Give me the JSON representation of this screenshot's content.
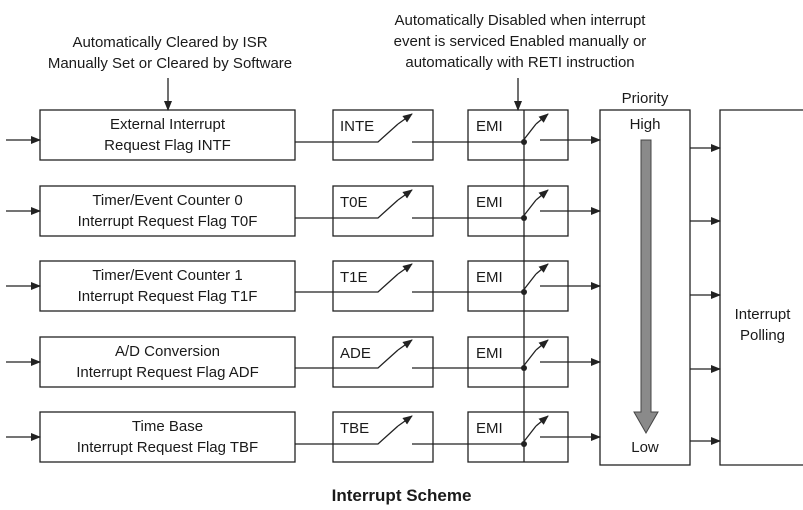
{
  "annotations": {
    "isr_note": [
      "Automatically Cleared by ISR",
      "Manually Set or Cleared by Software"
    ],
    "emi_note": [
      "Automatically Disabled when interrupt",
      "event is serviced Enabled manually or",
      "automatically with RETI instruction"
    ]
  },
  "sources": [
    {
      "line1": "External Interrupt",
      "line2": "Request Flag INTF",
      "enable": "INTE",
      "master": "EMI"
    },
    {
      "line1": "Timer/Event Counter 0",
      "line2": "Interrupt Request Flag T0F",
      "enable": "T0E",
      "master": "EMI"
    },
    {
      "line1": "Timer/Event Counter 1",
      "line2": "Interrupt Request Flag T1F",
      "enable": "T1E",
      "master": "EMI"
    },
    {
      "line1": "A/D Conversion",
      "line2": "Interrupt Request Flag ADF",
      "enable": "ADE",
      "master": "EMI"
    },
    {
      "line1": "Time Base",
      "line2": "Interrupt Request Flag TBF",
      "enable": "TBE",
      "master": "EMI"
    }
  ],
  "priority": {
    "title": "Priority",
    "high": "High",
    "low": "Low"
  },
  "polling": [
    "Interrupt",
    "Polling"
  ],
  "title": "Interrupt Scheme",
  "colors": {
    "stroke": "#222222",
    "arrow_fill": "#8a8a8a"
  }
}
